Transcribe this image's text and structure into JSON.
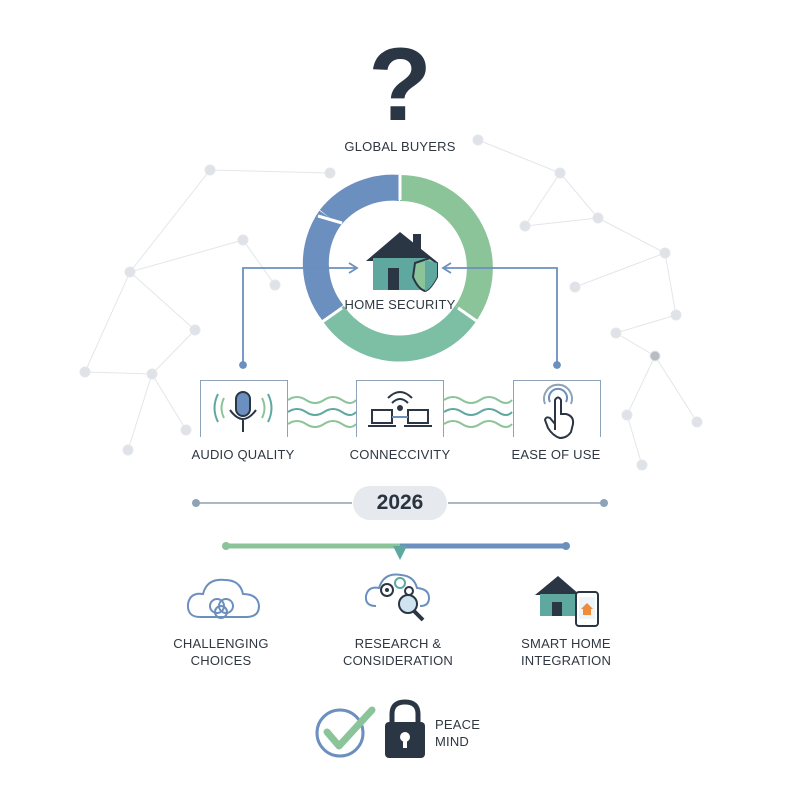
{
  "title": "GLOBAL BUYERS",
  "center_label": "HOME SECURITY",
  "top_icon": "question-mark-icon",
  "features": [
    {
      "label": "AUDIO QUALITY",
      "icon": "microphone-icon"
    },
    {
      "label": "CONNECCIVITY",
      "icon": "wifi-laptops-icon"
    },
    {
      "label": "EASE OF USE",
      "icon": "touch-hand-icon"
    }
  ],
  "year": "2026",
  "stages": [
    {
      "line1": "CHALLENGING",
      "line2": "CHOICES",
      "icon": "cloud-link-icon"
    },
    {
      "line1": "RESEARCH &",
      "line2": "CONSIDERATION",
      "icon": "cloud-gear-search-icon"
    },
    {
      "line1": "SMART HOME",
      "line2": "INTEGRATION",
      "icon": "house-phone-icon"
    }
  ],
  "footer": {
    "line1": "PEACE",
    "line2": "MIND",
    "icons": [
      "check-circle-icon",
      "padlock-icon"
    ]
  },
  "colors": {
    "blue": "#6b8fbe",
    "green": "#8cc49a",
    "teal": "#5fa8a0",
    "dark": "#2b3645",
    "orange": "#f08a3c"
  }
}
